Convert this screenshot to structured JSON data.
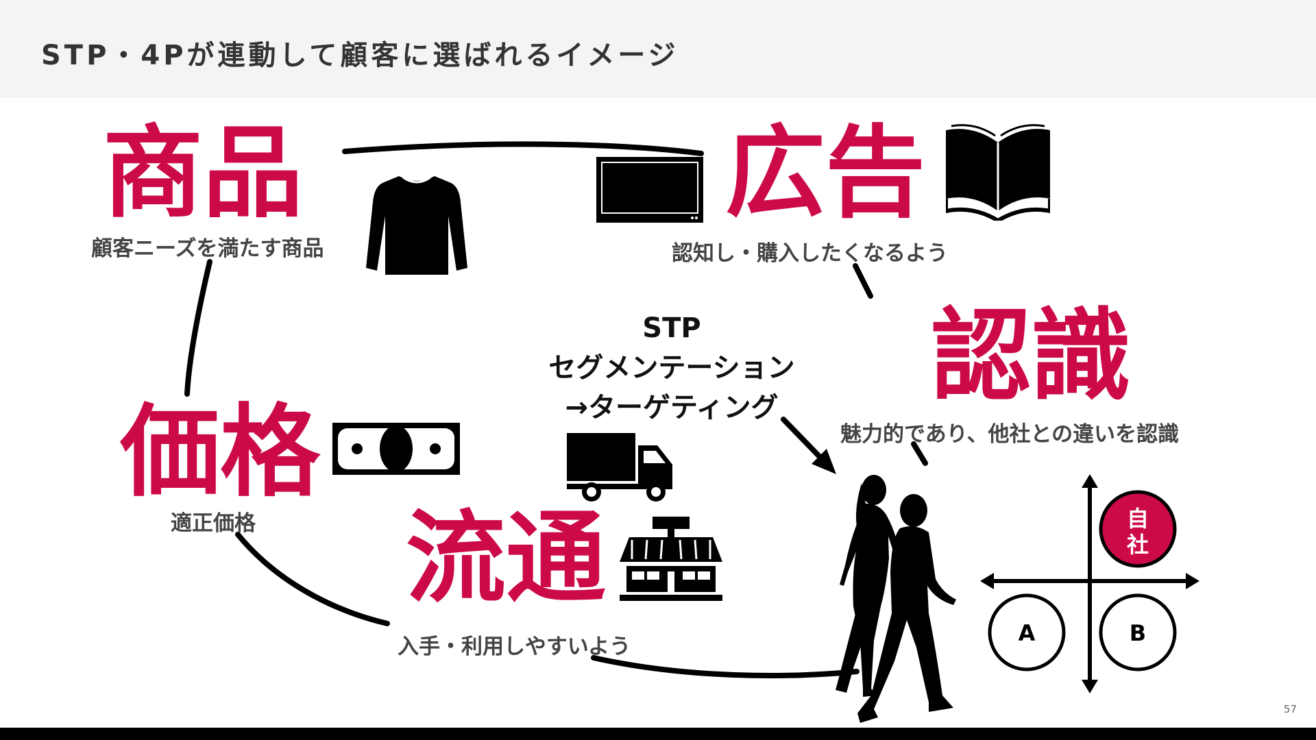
{
  "header": {
    "title": "STP・4Pが連動して顧客に選ばれるイメージ"
  },
  "page_number": "57",
  "nodes": {
    "product": {
      "title": "商品",
      "desc": "顧客ニーズを満たす商品"
    },
    "advertising": {
      "title": "広告",
      "desc": "認知し・購入したくなるよう"
    },
    "recognition": {
      "title": "認識",
      "desc": "魅力的であり、他社との違いを認識"
    },
    "price": {
      "title": "価格",
      "desc": "適正価格"
    },
    "distribution": {
      "title": "流通",
      "desc": "入手・利用しやすいよう"
    }
  },
  "stp": {
    "line1": "STP",
    "line2": "セグメンテーション",
    "line3": "→ターゲティング"
  },
  "positioning": {
    "own": "自社",
    "own_line1": "自",
    "own_line2": "社",
    "competitor_a": "A",
    "competitor_b": "B"
  },
  "icons": [
    "sweater-icon",
    "tv-icon",
    "book-icon",
    "money-icon",
    "truck-icon",
    "store-icon",
    "walking-couple-icon",
    "positioning-map-icon"
  ],
  "colors": {
    "accent": "#cc0a47",
    "text": "#444444",
    "header_bg": "#f4f4f4"
  }
}
